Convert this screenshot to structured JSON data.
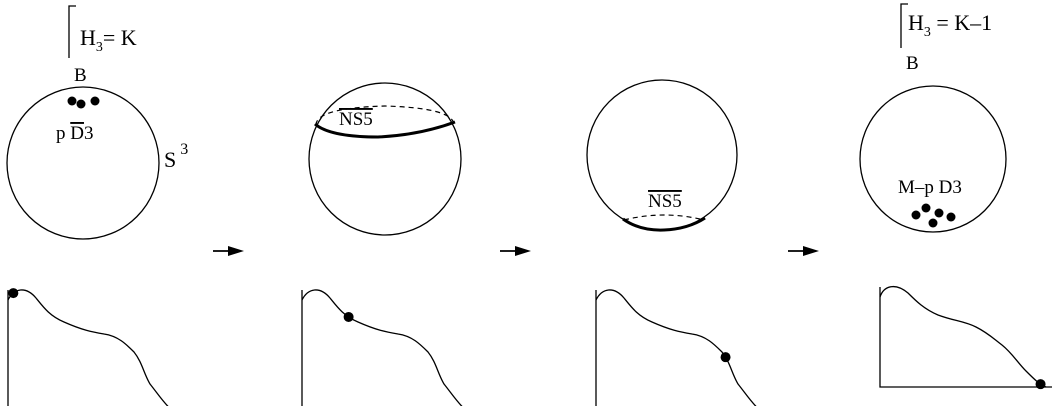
{
  "panels": [
    {
      "flux": {
        "name": "H",
        "sub": "3",
        "rel": "= K"
      },
      "top_label": "B",
      "branes": {
        "prefix": "p ",
        "over": "D",
        "rest": "3"
      },
      "space_label": {
        "name": "S",
        "sup": "3"
      },
      "curve_point": 0.04
    },
    {
      "ns5": {
        "over": "NS5"
      },
      "curve_point": 0.28
    },
    {
      "ns5": {
        "over": "NS5"
      },
      "curve_point": 0.71
    },
    {
      "flux": {
        "name": "H",
        "sub": "3",
        "rel": " = K–1"
      },
      "top_label": "B",
      "branes": {
        "prefix": "",
        "over": "",
        "rest": "M–p D3"
      },
      "curve_point": 0.97
    }
  ],
  "arrow_count": 3
}
